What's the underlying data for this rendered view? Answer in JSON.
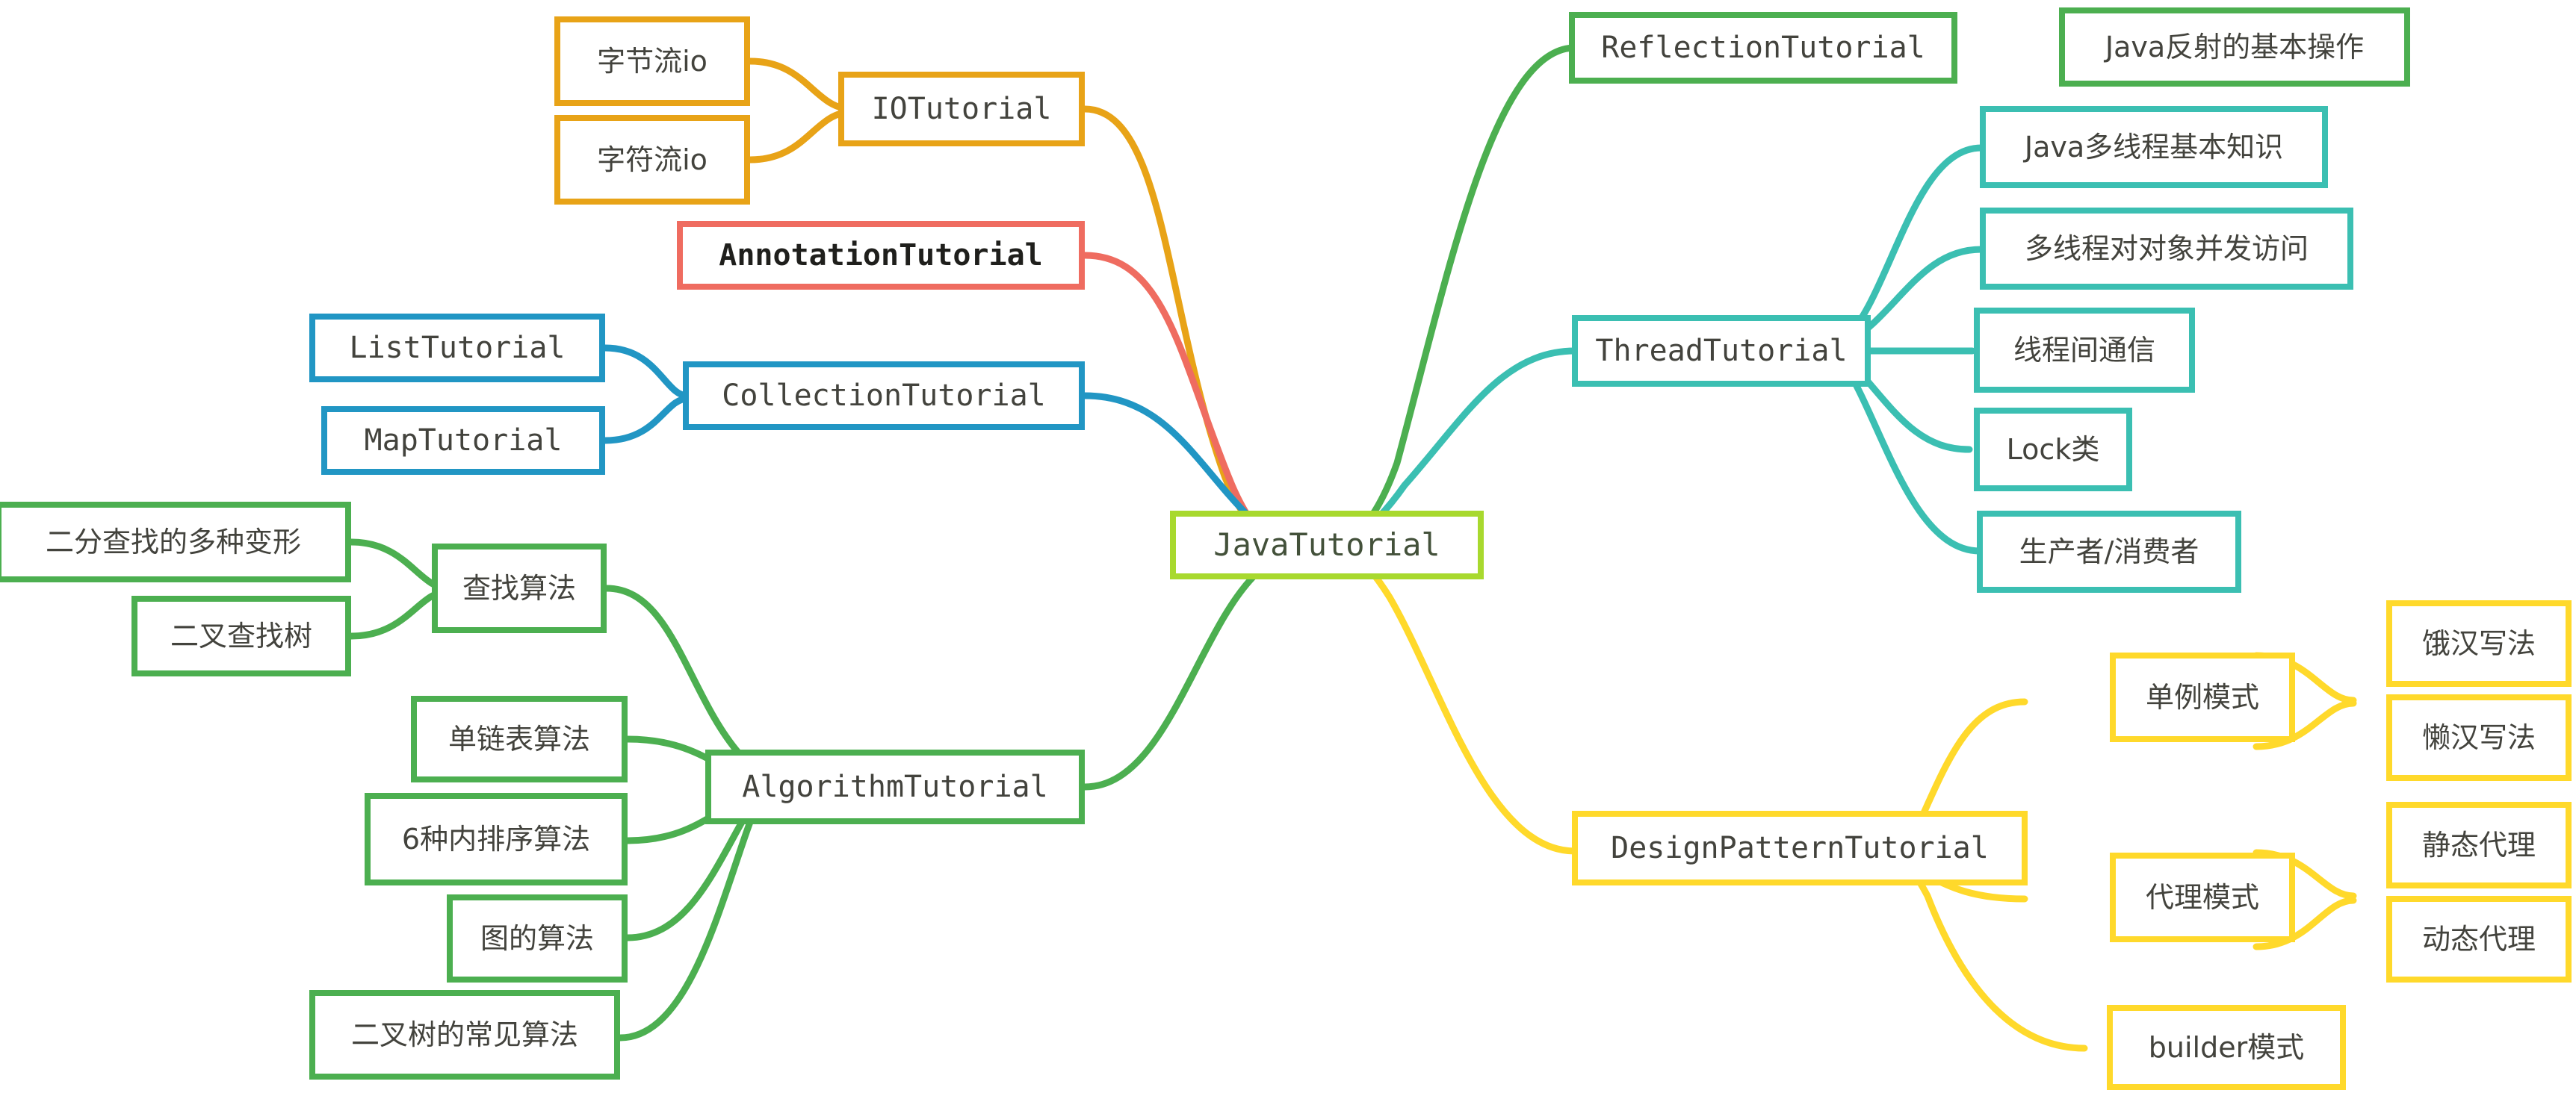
{
  "diagram": {
    "type": "mindmap",
    "title": "JavaTutorial",
    "background": "#ffffff",
    "palette": {
      "root_green": "#A8D92E",
      "orange": "#E8A317",
      "red": "#EF6C60",
      "blue": "#2196C4",
      "green": "#4CAF50",
      "teal": "#3BBFB2",
      "yellow": "#FFD92B",
      "text": "#43433d"
    }
  },
  "nodes": {
    "root": {
      "label": "JavaTutorial",
      "color": "#A8D92E"
    },
    "io": {
      "label": "IOTutorial",
      "color": "#E8A317",
      "children": [
        {
          "label": "字节流io"
        },
        {
          "label": "字符流io"
        }
      ]
    },
    "annotation": {
      "label": "AnnotationTutorial",
      "color": "#EF6C60"
    },
    "collection": {
      "label": "CollectionTutorial",
      "color": "#2196C4",
      "children": [
        {
          "label": "ListTutorial"
        },
        {
          "label": "MapTutorial"
        }
      ]
    },
    "algorithm": {
      "label": "AlgorithmTutorial",
      "color": "#4CAF50",
      "children": [
        {
          "label": "查找算法",
          "children": [
            {
              "label": "二分查找的多种变形"
            },
            {
              "label": "二叉查找树"
            }
          ]
        },
        {
          "label": "单链表算法"
        },
        {
          "label": "6种内排序算法"
        },
        {
          "label": "图的算法"
        },
        {
          "label": "二叉树的常见算法"
        }
      ]
    },
    "reflection": {
      "label": "ReflectionTutorial",
      "color": "#4CAF50",
      "children": [
        {
          "label": "Java反射的基本操作"
        }
      ]
    },
    "thread": {
      "label": "ThreadTutorial",
      "color": "#3BBFB2",
      "children": [
        {
          "label": "Java多线程基本知识"
        },
        {
          "label": "多线程对对象并发访问"
        },
        {
          "label": "线程间通信"
        },
        {
          "label": "Lock类"
        },
        {
          "label": "生产者/消费者"
        }
      ]
    },
    "designpattern": {
      "label": "DesignPatternTutorial",
      "color": "#FFD92B",
      "children": [
        {
          "label": "单例模式",
          "children": [
            {
              "label": "饿汉写法"
            },
            {
              "label": "懒汉写法"
            }
          ]
        },
        {
          "label": "代理模式",
          "children": [
            {
              "label": "静态代理"
            },
            {
              "label": "动态代理"
            }
          ]
        },
        {
          "label": "builder模式"
        }
      ]
    }
  }
}
